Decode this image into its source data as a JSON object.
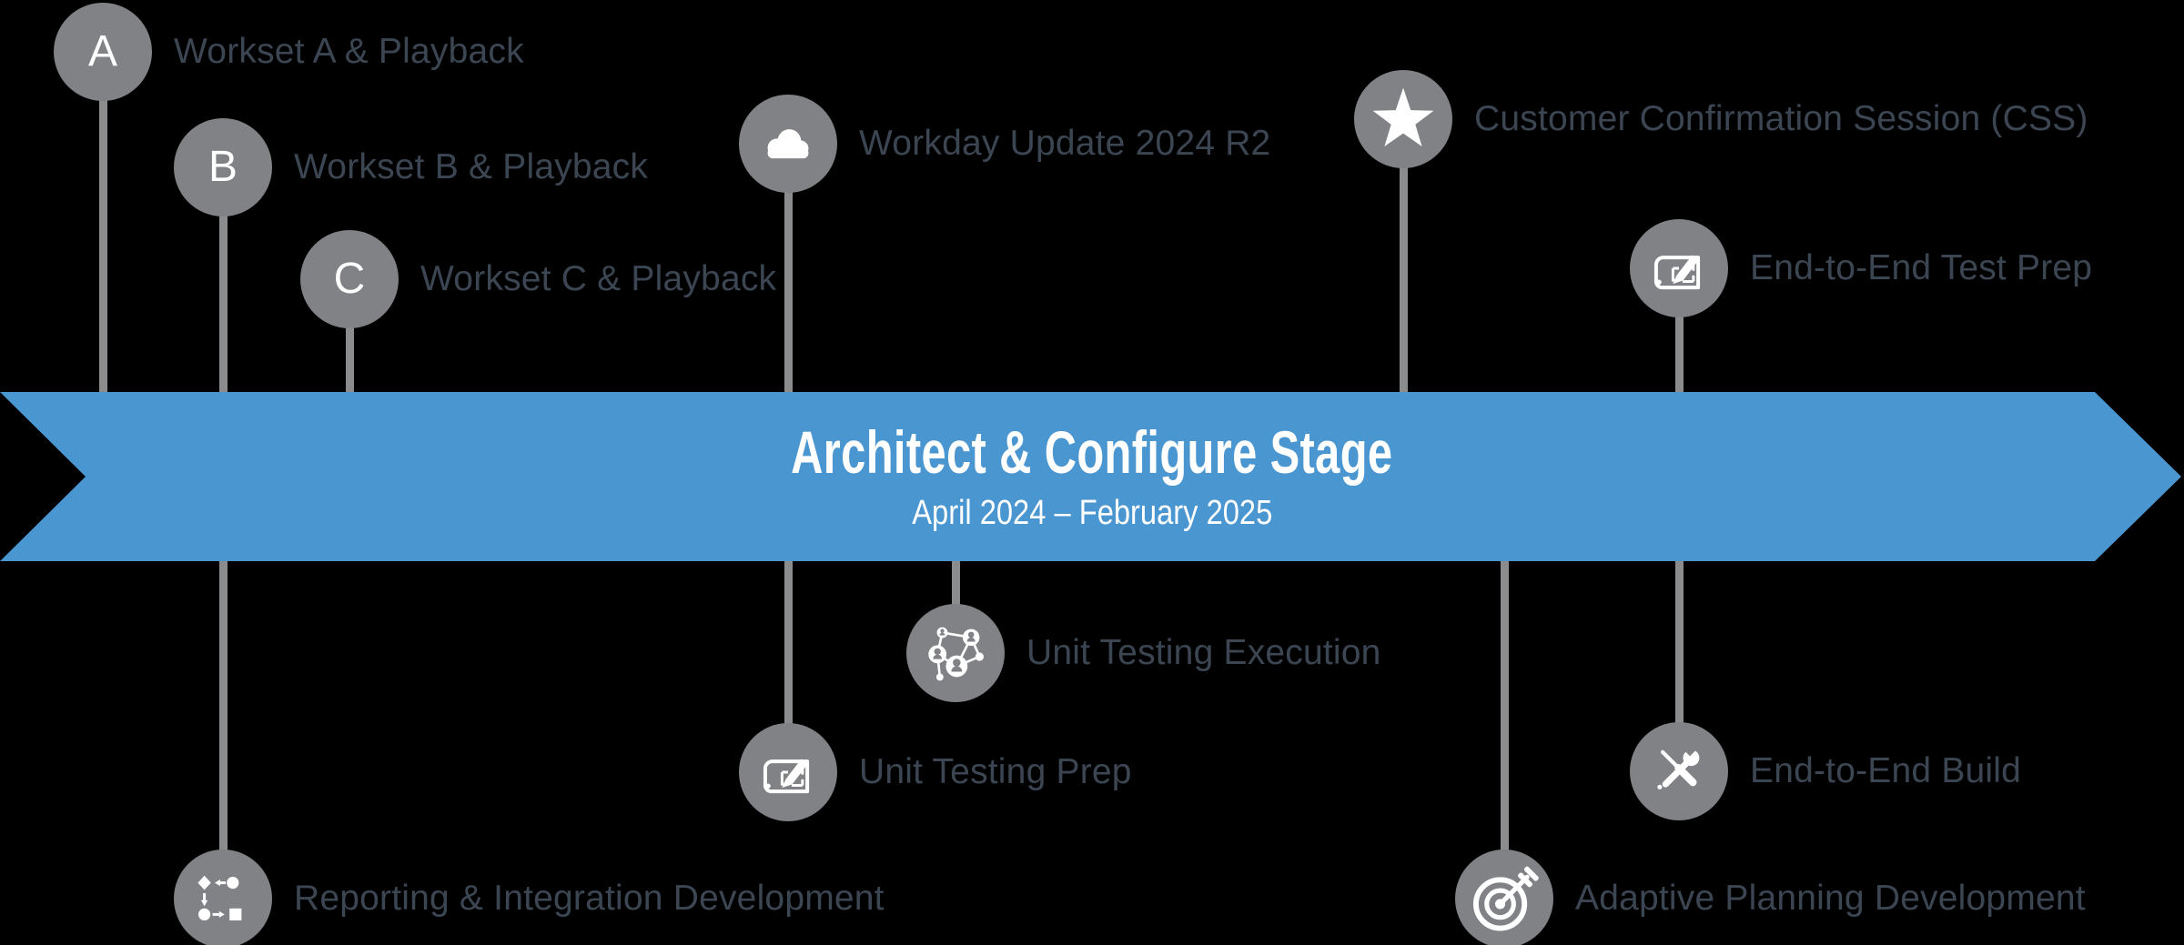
{
  "banner": {
    "title": "Architect & Configure Stage",
    "subtitle": "April 2024 – February 2025"
  },
  "milestones": {
    "workset_a": {
      "badge": "A",
      "label": "Workset A & Playback"
    },
    "workset_b": {
      "badge": "B",
      "label": "Workset B & Playback"
    },
    "workset_c": {
      "badge": "C",
      "label": "Workset C & Playback"
    },
    "workday_update": {
      "icon": "cloud-icon",
      "label": "Workday Update 2024 R2"
    },
    "customer_confirmation": {
      "icon": "star-icon",
      "label": "Customer Confirmation Session (CSS)"
    },
    "e2e_test_prep": {
      "icon": "blueprint-pencil-icon",
      "label": "End-to-End Test Prep"
    },
    "unit_testing_execution": {
      "icon": "people-network-icon",
      "label": "Unit Testing Execution"
    },
    "unit_testing_prep": {
      "icon": "blueprint-pencil-icon",
      "label": "Unit Testing Prep"
    },
    "reporting_integration": {
      "icon": "flowchart-icon",
      "label": "Reporting & Integration Development"
    },
    "adaptive_planning": {
      "icon": "target-arrow-icon",
      "label": "Adaptive Planning Development"
    },
    "e2e_build": {
      "icon": "tools-icon",
      "label": "End-to-End Build"
    }
  },
  "colors": {
    "background": "#000000",
    "banner_blue": "#4A96D1",
    "node_gray": "#808285",
    "connector_gray": "#8A8C8E",
    "label_gray": "#3C4653",
    "icon_white": "#FFFFFF"
  }
}
